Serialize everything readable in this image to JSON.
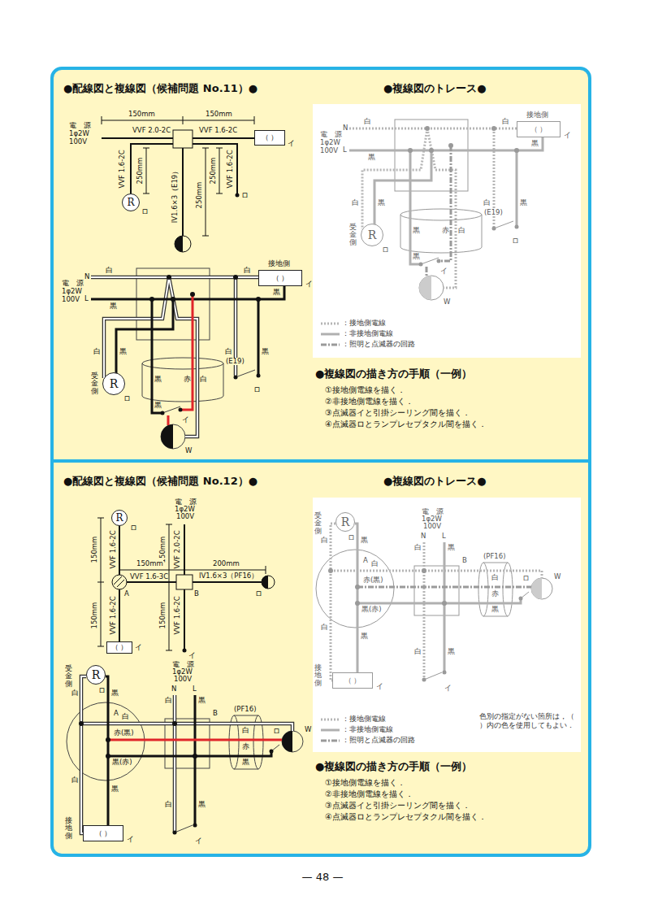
{
  "diagram": {
    "nodes": [
      {
        "text": [
          "●配線図と複線図（候補問題 No.11）●",
          "●複線図のトレース●"
        ]
      },
      {
        "text": [
          "（ ）"
        ],
        "in": 0
      },
      {
        "text": [
          "R"
        ],
        "in": 0
      },
      {
        "text": [
          "（ ）"
        ],
        "in": 0
      },
      {
        "text": [
          "R"
        ],
        "in": 0
      },
      {
        "text": [
          "（ ）"
        ],
        "in": 0
      },
      {
        "text": [
          "R"
        ],
        "in": 0
      },
      {
        "text": [
          "●配線図と複線図（候補問題 No.12）●",
          "●複線図のトレース●"
        ]
      },
      {
        "text": [
          "R"
        ],
        "in": 7
      },
      {
        "text": [
          "（ ）"
        ],
        "in": 7
      },
      {
        "text": [
          "R"
        ],
        "in": 7
      },
      {
        "text": [
          "（ ）"
        ],
        "in": 7
      },
      {
        "text": [
          "R"
        ],
        "in": 7
      },
      {
        "text": [
          "（ ）"
        ],
        "in": 7
      }
    ],
    "labels": [
      "150mm",
      "150mm",
      "電　源",
      "1φ2W",
      "100V",
      "VVF 2.0-2C",
      "VVF 1.6-2C",
      "イ",
      "VVF 1.6-2C",
      "250mm",
      "IV1.6×3（E19）",
      "250mm",
      "250mm",
      "VVF 1.6-2C",
      "ロ",
      "ロ",
      "白",
      "N",
      "電　源",
      "1φ2W",
      "100V",
      "L",
      "黒",
      "白",
      "接地側",
      "黒",
      "イ",
      "白",
      "黒",
      "白",
      "黒",
      "受金側",
      "ロ",
      "黒",
      "赤",
      "白",
      "(E19)",
      "黒",
      "イ",
      "ロ",
      "W",
      "白",
      "N",
      "電　源",
      "1φ2W",
      "100V",
      "L",
      "黒",
      "白",
      "接地側",
      "黒",
      "イ",
      "白",
      "黒",
      "白",
      "黒",
      "受金側",
      "ロ",
      "黒",
      "赤",
      "白",
      "(E19)",
      "黒",
      "イ",
      "ロ",
      "W",
      "●複線図の描き方の手順（一例）",
      "①接地側電線を描く．",
      "②非接地側電線を描く．",
      "③点滅器イと引掛シーリング間を描く．",
      "④点滅器ロとランプレセプタクル間を描く．",
      "電　源",
      "1φ2W",
      "100V",
      "ロ",
      "150mm",
      "VVF 1.6-2C",
      "150mm",
      "VVF 2.0-2C",
      "150mm",
      "200mm",
      "VVF 1.6-3C",
      "IV1.6×3（PF16）",
      "A",
      "B",
      "ロ",
      "150mm",
      "VVF 1.6-2C",
      "150mm",
      "VVF 1.6-2C",
      "イ",
      "イ",
      "受金側",
      "ロ",
      "電　源",
      "1φ2W",
      "100V",
      "N",
      "L",
      "白",
      "黒",
      "白",
      "黒",
      "A",
      "B",
      "(PF16)",
      "白",
      "赤(黒)",
      "白",
      "ロ",
      "W",
      "黒(赤)",
      "赤",
      "黒",
      "白",
      "黒",
      "白",
      "黒",
      "接地側",
      "イ",
      "イ",
      "受金側",
      "ロ",
      "電　源",
      "1φ2W",
      "100V",
      "N",
      "L",
      "白",
      "黒",
      "白",
      "黒",
      "A",
      "B",
      "(PF16)",
      "白",
      "赤(黒)",
      "白",
      "ロ",
      "W",
      "黒(赤)",
      "赤",
      "黒",
      "白",
      "黒",
      "白",
      "黒",
      "接地側",
      "イ",
      "イ",
      "色別の指定がない箇所は，（ ）内の色を使用してもよい．",
      "●複線図の描き方の手順（一例）",
      "①接地側電線を描く．",
      "②非接地側電線を描く．",
      "③点滅器イと引掛シーリング間を描く．",
      "④点滅器ロとランプレセプタクル間を描く．",
      "— 48 —"
    ],
    "legend": [
      {
        "text": "：接地側電線"
      },
      {
        "text": "：非接地側電線"
      },
      {
        "text": "：照明と点滅器の回路"
      },
      {
        "text": "：接地側電線"
      },
      {
        "text": "：非接地側電線"
      },
      {
        "text": "：照明と点滅器の回路"
      }
    ]
  }
}
